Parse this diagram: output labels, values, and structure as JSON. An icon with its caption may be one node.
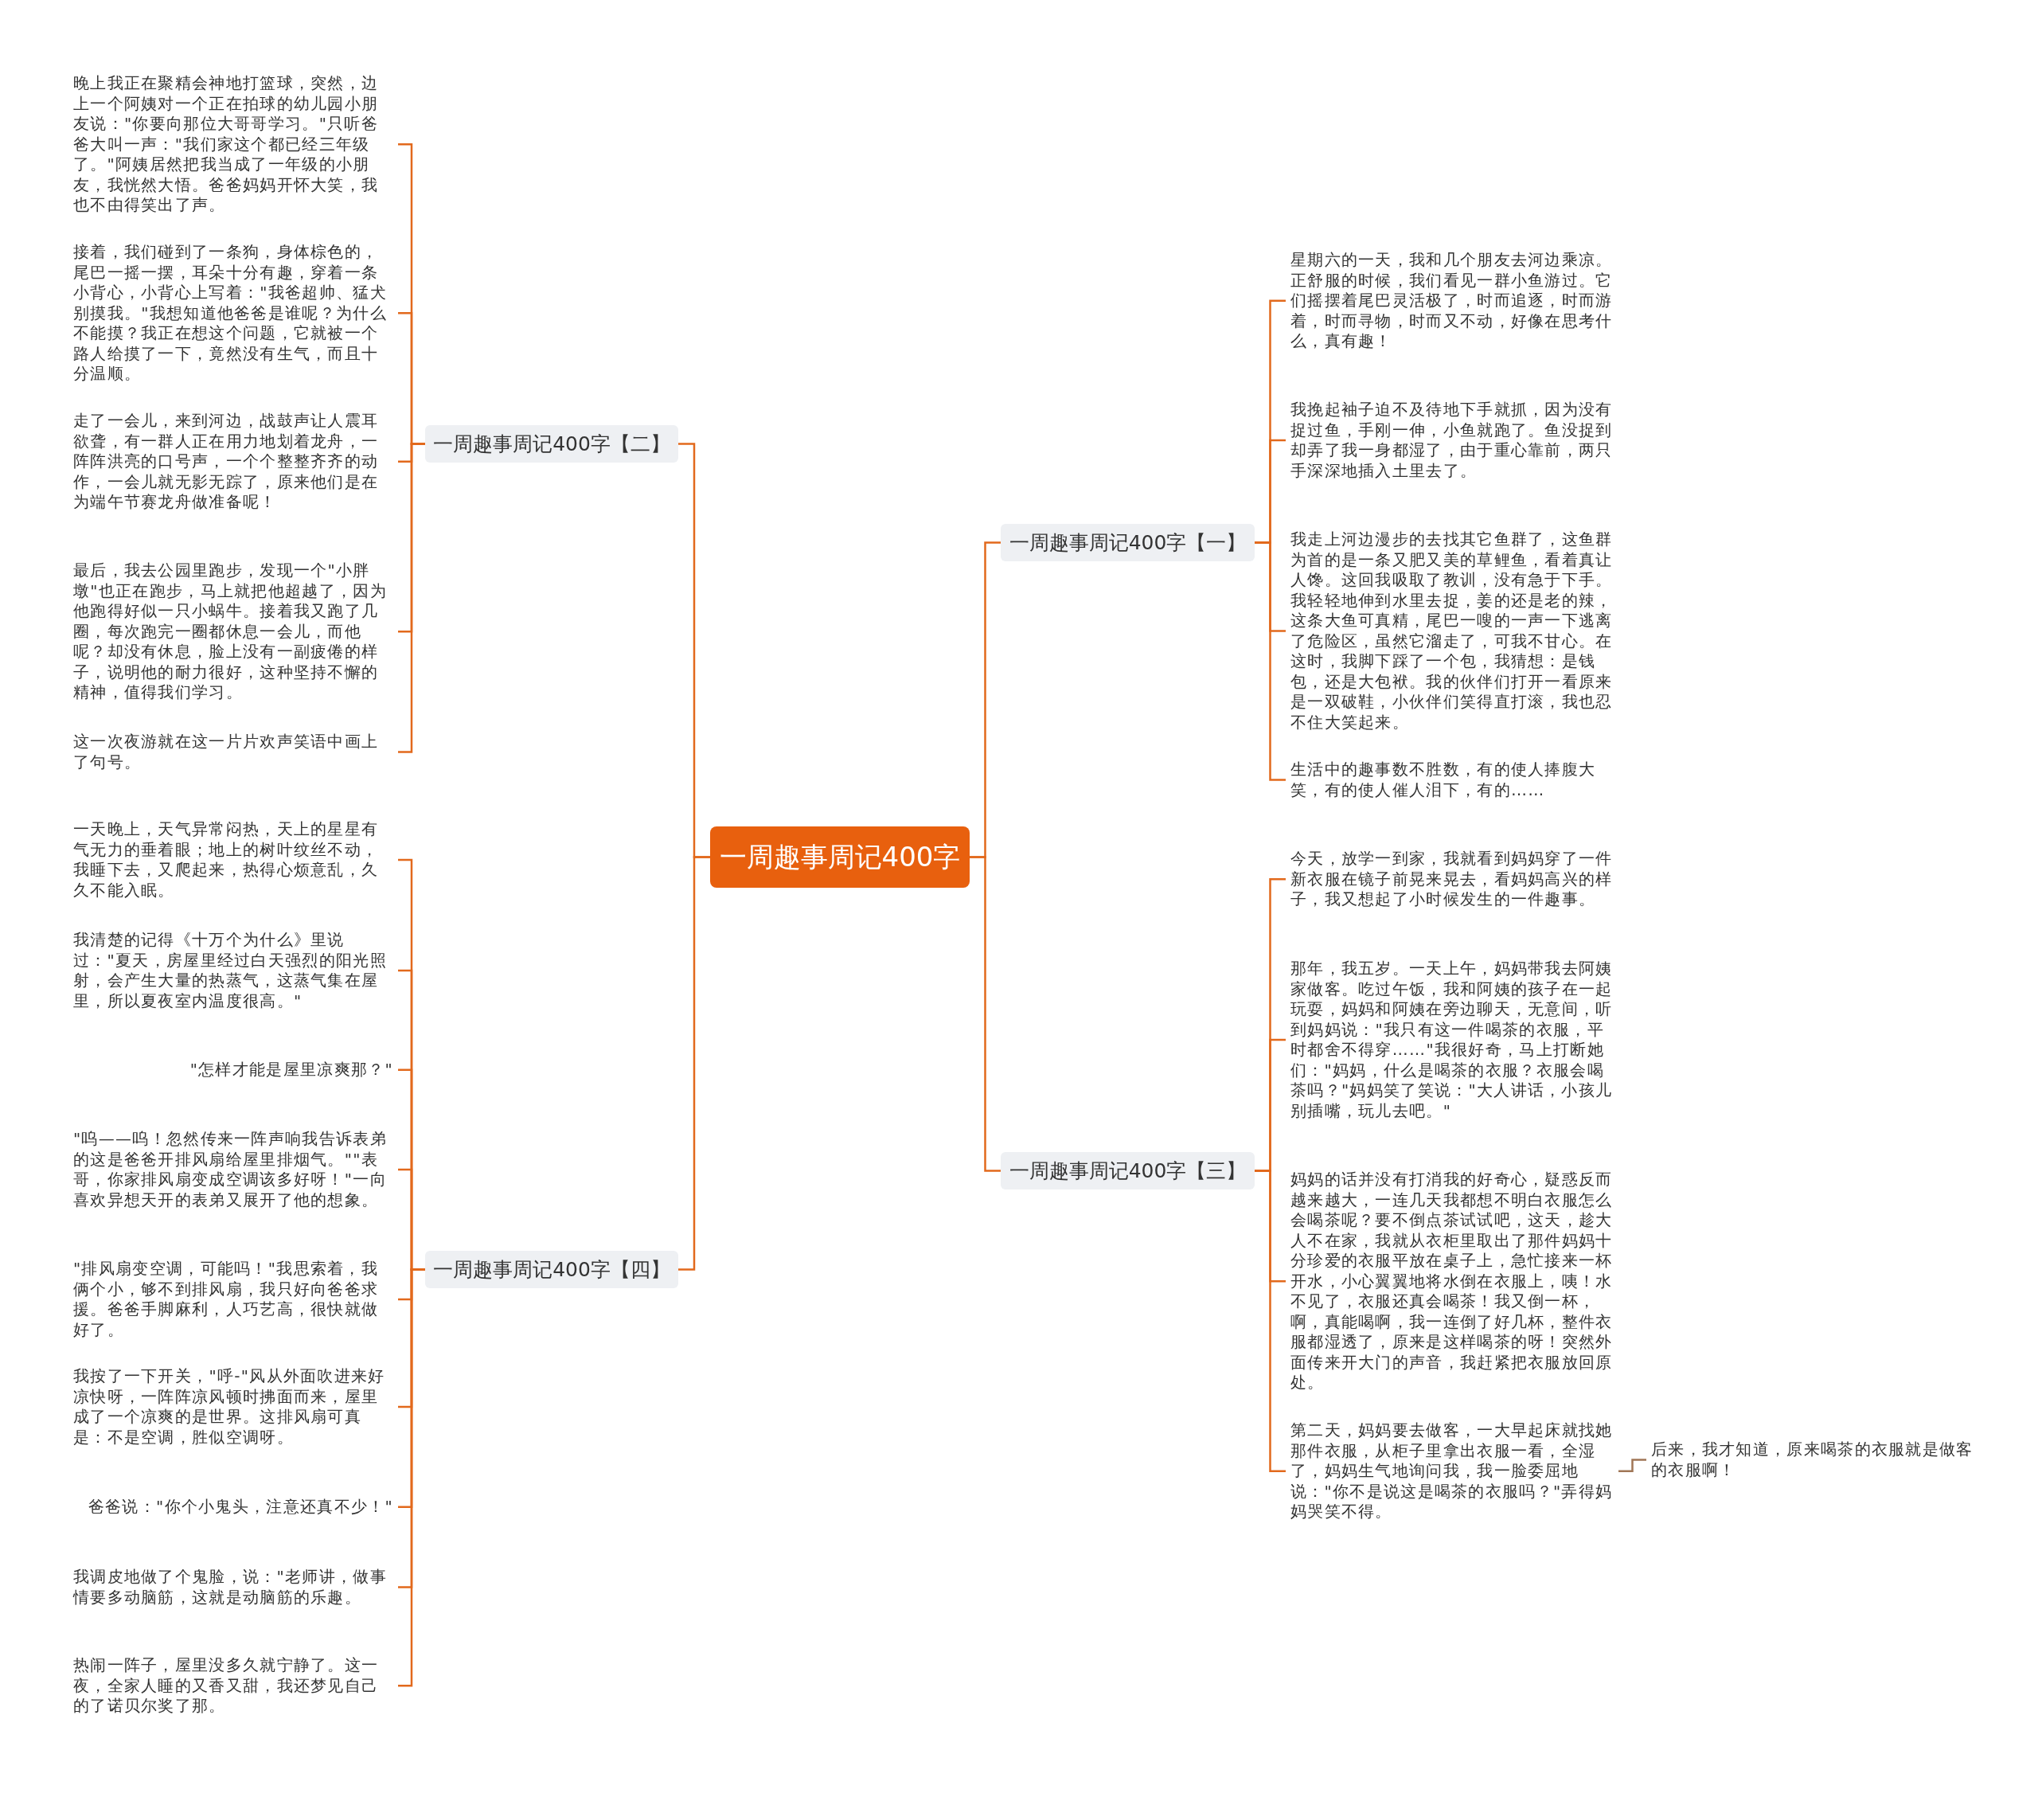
{
  "diagram": {
    "nodes": [
      {
        "text": [
          "一周趣事周记400字"
        ]
      },
      {
        "text": [
          "一周趣事周记400字【一】"
        ]
      },
      {
        "text": [
          "星期六的一天，我和几个朋友去河边乘凉。正舒服的时候，我们看见一群小鱼游过。它们摇摆着尾巴灵活极了，时而追逐，时而游着，时而寻物，时而又不动，好像在思考什么，真有趣！"
        ]
      },
      {
        "text": [
          "我挽起袖子迫不及待地下手就抓，因为没有捉过鱼，手刚一伸，小鱼就跑了。鱼没捉到却弄了我一身都湿了，由于重心靠前，两只手深深地插入土里去了。"
        ]
      },
      {
        "text": [
          "我走上河边漫步的去找其它鱼群了，这鱼群为首的是一条又肥又美的草鲤鱼，看着真让人馋。这回我吸取了教训，没有急于下手。我轻轻地伸到水里去捉，姜的还是老的辣，这条大鱼可真精，尾巴一嗖的一声一下逃离了危险区，虽然它溜走了，可我不甘心。在这时，我脚下踩了一个包，我猜想：是钱包，还是大包袱。我的伙伴们打开一看原来是一双破鞋，小伙伴们笑得直打滚，我也忍不住大笑起来。"
        ]
      },
      {
        "text": [
          "生活中的趣事数不胜数，有的使人捧腹大笑，有的使人催人泪下，有的……"
        ]
      },
      {
        "text": [
          "一周趣事周记400字【二】"
        ]
      },
      {
        "text": [
          "晚上我正在聚精会神地打篮球，突然，边上一个阿姨对一个正在拍球的幼儿园小朋友说：\"你要向那位大哥哥学习。\"只听爸爸大叫一声：\"我们家这个都已经三年级了。\"阿姨居然把我当成了一年级的小朋友，我恍然大悟。爸爸妈妈开怀大笑，我也不由得笑出了声。"
        ]
      },
      {
        "text": [
          "接着，我们碰到了一条狗，身体棕色的，尾巴一摇一摆，耳朵十分有趣，穿着一条小背心，小背心上写着：\"我爸超帅、猛犬别摸我。\"我想知道他爸爸是谁呢？为什么不能摸？我正在想这个问题，它就被一个路人给摸了一下，竟然没有生气，而且十分温顺。"
        ]
      },
      {
        "text": [
          "走了一会儿，来到河边，战鼓声让人震耳欲聋，有一群人正在用力地划着龙舟，一阵阵洪亮的口号声，一个个整整齐齐的动作，一会儿就无影无踪了，原来他们是在为端午节赛龙舟做准备呢！"
        ]
      },
      {
        "text": [
          "最后，我去公园里跑步，发现一个\"小胖墩\"也正在跑步，马上就把他超越了，因为他跑得好似一只小蜗牛。接着我又跑了几圈，每次跑完一圈都休息一会儿，而他呢？却没有休息，脸上没有一副疲倦的样子，说明他的耐力很好，这种坚持不懈的精神，值得我们学习。"
        ]
      },
      {
        "text": [
          "这一次夜游就在这一片片欢声笑语中画上了句号。"
        ]
      },
      {
        "text": [
          "一周趣事周记400字【三】"
        ]
      },
      {
        "text": [
          "今天，放学一到家，我就看到妈妈穿了一件新衣服在镜子前晃来晃去，看妈妈高兴的样子，我又想起了小时候发生的一件趣事。"
        ]
      },
      {
        "text": [
          "那年，我五岁。一天上午，妈妈带我去阿姨家做客。吃过午饭，我和阿姨的孩子在一起玩耍，妈妈和阿姨在旁边聊天，无意间，听到妈妈说：\"我只有这一件喝茶的衣服，平时都舍不得穿……\"我很好奇，马上打断她们：\"妈妈，什么是喝茶的衣服？衣服会喝茶吗？\"妈妈笑了笑说：\"大人讲话，小孩儿别插嘴，玩儿去吧。\""
        ]
      },
      {
        "text": [
          "妈妈的话并没有打消我的好奇心，疑惑反而越来越大，一连几天我都想不明白衣服怎么会喝茶呢？要不倒点茶试试吧，这天，趁大人不在家，我就从衣柜里取出了那件妈妈十分珍爱的衣服平放在桌子上，急忙接来一杯开水，小心翼翼地将水倒在衣服上，咦！水不见了，衣服还真会喝茶！我又倒一杯，啊，真能喝啊，我一连倒了好几杯，整件衣服都湿透了，原来是这样喝茶的呀！突然外面传来开大门的声音，我赶紧把衣服放回原处。"
        ]
      },
      {
        "text": [
          "第二天，妈妈要去做客，一大早起床就找她那件衣服，从柜子里拿出衣服一看，全湿了，妈妈生气地询问我，我一脸委屈地说：\"你不是说这是喝茶的衣服吗？\"弄得妈妈哭笑不得。"
        ]
      },
      {
        "text": [
          "后来，我才知道，原来喝茶的衣服就是做客的衣服啊！"
        ]
      },
      {
        "text": [
          "一周趣事周记400字【四】"
        ]
      },
      {
        "text": [
          "一天晚上，天气异常闷热，天上的星星有气无力的垂着眼；地上的树叶纹丝不动，我睡下去，又爬起来，热得心烦意乱，久久不能入眠。"
        ]
      },
      {
        "text": [
          "我清楚的记得《十万个为什么》里说过：\"夏天，房屋里经过白天强烈的阳光照射，会产生大量的热蒸气，这蒸气集在屋里，所以夏夜室内温度很高。\""
        ]
      },
      {
        "text": [
          "\"怎样才能是屋里凉爽那？\""
        ]
      },
      {
        "text": [
          "\"呜——呜！忽然传来一阵声响我告诉表弟的这是爸爸开排风扇给屋里排烟气。\"\"表哥，你家排风扇变成空调该多好呀！\"一向喜欢异想天开的表弟又展开了他的想象。"
        ]
      },
      {
        "text": [
          "\"排风扇变空调，可能吗！\"我思索着，我俩个小，够不到排风扇，我只好向爸爸求援。爸爸手脚麻利，人巧艺高，很快就做好了。"
        ]
      },
      {
        "text": [
          "我按了一下开关，\"呼-\"风从外面吹进来好凉快呀，一阵阵凉风顿时拂面而来，屋里成了一个凉爽的是世界。这排风扇可真是：不是空调，胜似空调呀。"
        ]
      },
      {
        "text": [
          "爸爸说：\"你个小鬼头，注意还真不少！\""
        ]
      },
      {
        "text": [
          "我调皮地做了个鬼脸，说：\"老师讲，做事情要多动脑筋，这就是动脑筋的乐趣。"
        ]
      },
      {
        "text": [
          "热闹一阵子，屋里没多久就宁静了。这一夜，全家人睡的又香又甜，我还梦见自己的了诺贝尔奖了那。"
        ]
      }
    ],
    "edges": [
      {
        "from": 0,
        "to": 1,
        "arrow": "none"
      },
      {
        "from": 0,
        "to": 6,
        "arrow": "none"
      },
      {
        "from": 0,
        "to": 12,
        "arrow": "none"
      },
      {
        "from": 0,
        "to": 18,
        "arrow": "none"
      },
      {
        "from": 1,
        "to": 2,
        "arrow": "none"
      },
      {
        "from": 1,
        "to": 3,
        "arrow": "none"
      },
      {
        "from": 1,
        "to": 4,
        "arrow": "none"
      },
      {
        "from": 1,
        "to": 5,
        "arrow": "none"
      },
      {
        "from": 6,
        "to": 7,
        "arrow": "none"
      },
      {
        "from": 6,
        "to": 8,
        "arrow": "none"
      },
      {
        "from": 6,
        "to": 9,
        "arrow": "none"
      },
      {
        "from": 6,
        "to": 10,
        "arrow": "none"
      },
      {
        "from": 6,
        "to": 11,
        "arrow": "none"
      },
      {
        "from": 12,
        "to": 13,
        "arrow": "none"
      },
      {
        "from": 12,
        "to": 14,
        "arrow": "none"
      },
      {
        "from": 12,
        "to": 15,
        "arrow": "none"
      },
      {
        "from": 12,
        "to": 16,
        "arrow": "none"
      },
      {
        "from": 16,
        "to": 17,
        "arrow": "none",
        "color": "#a07656"
      },
      {
        "from": 18,
        "to": 19,
        "arrow": "none"
      },
      {
        "from": 18,
        "to": 20,
        "arrow": "none"
      },
      {
        "from": 18,
        "to": 21,
        "arrow": "none"
      },
      {
        "from": 18,
        "to": 22,
        "arrow": "none"
      },
      {
        "from": 18,
        "to": 23,
        "arrow": "none"
      },
      {
        "from": 18,
        "to": 24,
        "arrow": "none"
      },
      {
        "from": 18,
        "to": 25,
        "arrow": "none"
      },
      {
        "from": 18,
        "to": 26,
        "arrow": "none"
      },
      {
        "from": 18,
        "to": 27,
        "arrow": "none"
      }
    ]
  }
}
